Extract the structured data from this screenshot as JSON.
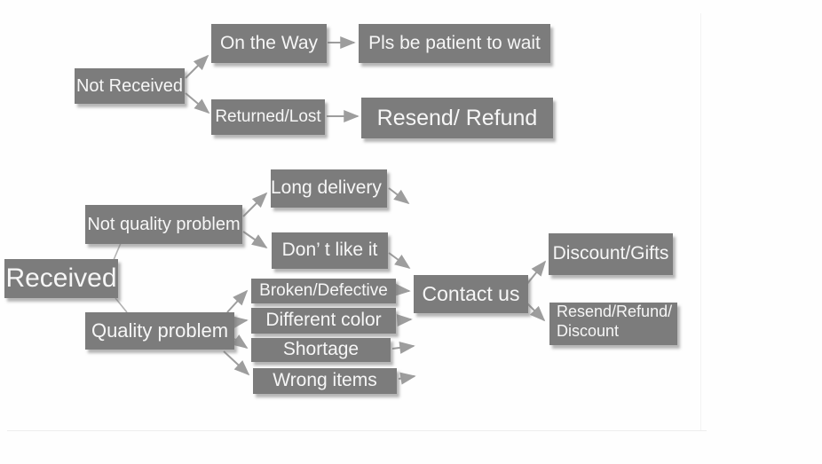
{
  "diagram": {
    "background_color": "#ffffff",
    "box_color": "#7c7c7c",
    "box_text_color": "#f6f6f6",
    "arrow_color": "#9d9d9d",
    "nodes": {
      "not_received": {
        "label": "Not Received"
      },
      "on_the_way": {
        "label": "On the Way"
      },
      "pls_wait": {
        "label": "Pls be patient to wait"
      },
      "returned_lost": {
        "label": "Returned/Lost"
      },
      "resend_refund": {
        "label": "Resend/ Refund"
      },
      "received": {
        "label": "Received"
      },
      "not_quality_problem": {
        "label": "Not quality problem"
      },
      "quality_problem": {
        "label": "Quality problem"
      },
      "long_delivery": {
        "label": "Long delivery"
      },
      "dont_like_it": {
        "label": "Don’ t like it"
      },
      "broken_defective": {
        "label": "Broken/Defective"
      },
      "different_color": {
        "label": "Different color"
      },
      "shortage": {
        "label": "Shortage"
      },
      "wrong_items": {
        "label": "Wrong items"
      },
      "contact_us": {
        "label": "Contact us"
      },
      "discount_gifts": {
        "label": "Discount/Gifts"
      },
      "resend_refund_discount": {
        "label_line1": "Resend/Refund/",
        "label_line2": "Discount"
      }
    }
  }
}
